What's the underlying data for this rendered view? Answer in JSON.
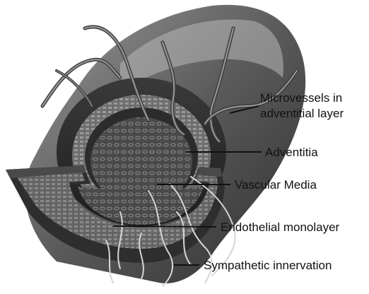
{
  "labels": {
    "microvessels_line1": "Microvessels in",
    "microvessels_line2": "adventitial layer",
    "adventitia": "Adventitia",
    "vascular_media": "Vascular Media",
    "endothelial_monolayer": "Endothelial monolayer",
    "sympathetic_innervation": "Sympathetic innervation"
  },
  "colors": {
    "background": "#ffffff",
    "vessel_dark": "#2a2a2a",
    "vessel_mid": "#555555",
    "vessel_light": "#8a8a8a",
    "nerve": "#d6d6d6",
    "text": "#111111"
  }
}
